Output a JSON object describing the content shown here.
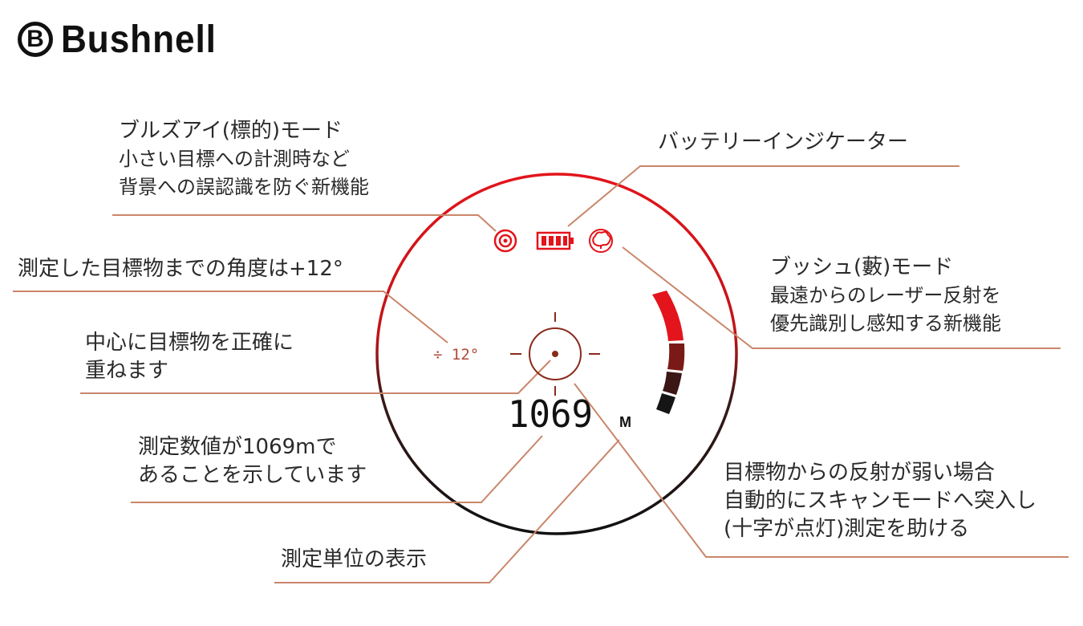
{
  "brand": {
    "mark": "B",
    "name": "Bushnell"
  },
  "display": {
    "angle_readout": "÷ 12°",
    "distance_readout": "1069",
    "unit_readout": "M"
  },
  "callouts": {
    "bullseye": {
      "title": "ブルズアイ(標的)モード",
      "lines": [
        "小さい目標への計測時など",
        "背景への誤認識を防ぐ新機能"
      ]
    },
    "battery": {
      "title": "バッテリーインジケーター"
    },
    "bush": {
      "title": "ブッシュ(藪)モード",
      "lines": [
        "最遠からのレーザー反射を",
        "優先識別し感知する新機能"
      ]
    },
    "angle": {
      "title": "測定した目標物までの角度は+12°"
    },
    "center": {
      "lines": [
        "中心に目標物を正確に",
        "重ねます"
      ]
    },
    "value": {
      "lines": [
        "測定数値が1069mで",
        "あることを示しています"
      ]
    },
    "scan": {
      "lines": [
        "目標物からの反射が弱い場合",
        "自動的にスキャンモードへ突入し",
        "(十字が点灯)測定を助ける"
      ]
    },
    "unit": {
      "title": "測定単位の表示"
    }
  },
  "colors": {
    "ring_top": "#e3141b",
    "ring_bottom": "#111111",
    "leader": "#c9866a",
    "icon_red": "#e3141b",
    "reticle": "#8a2a1c"
  },
  "icons": [
    "bullseye-icon",
    "battery-icon",
    "bush-icon",
    "reticle-icon",
    "signal-bar-icon"
  ]
}
